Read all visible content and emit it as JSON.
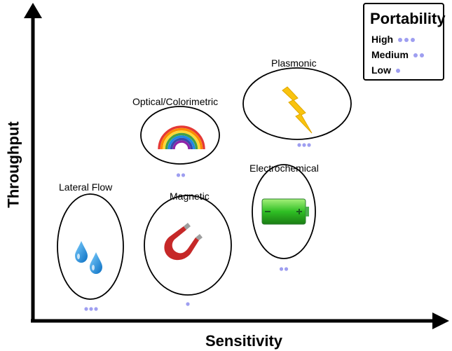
{
  "axes": {
    "x_label": "Sensitivity",
    "y_label": "Throughput"
  },
  "legend": {
    "title": "Portability",
    "items": [
      {
        "label": "High",
        "dots": 3
      },
      {
        "label": "Medium",
        "dots": 2
      },
      {
        "label": "Low",
        "dots": 1
      }
    ]
  },
  "methods": [
    {
      "id": "lateral-flow",
      "label": "Lateral Flow",
      "icon": "water-drops-icon",
      "portability_dots": 3
    },
    {
      "id": "optical",
      "label": "Optical/Colorimetric",
      "icon": "rainbow-icon",
      "portability_dots": 2
    },
    {
      "id": "magnetic",
      "label": "Magnetic",
      "icon": "magnet-icon",
      "portability_dots": 1
    },
    {
      "id": "plasmonic",
      "label": "Plasmonic",
      "icon": "lightning-icon",
      "portability_dots": 3
    },
    {
      "id": "electrochemical",
      "label": "Electrochemical",
      "icon": "battery-icon",
      "portability_dots": 2
    }
  ],
  "colors": {
    "axis": "#000000",
    "dot": "#9e9ef0"
  }
}
